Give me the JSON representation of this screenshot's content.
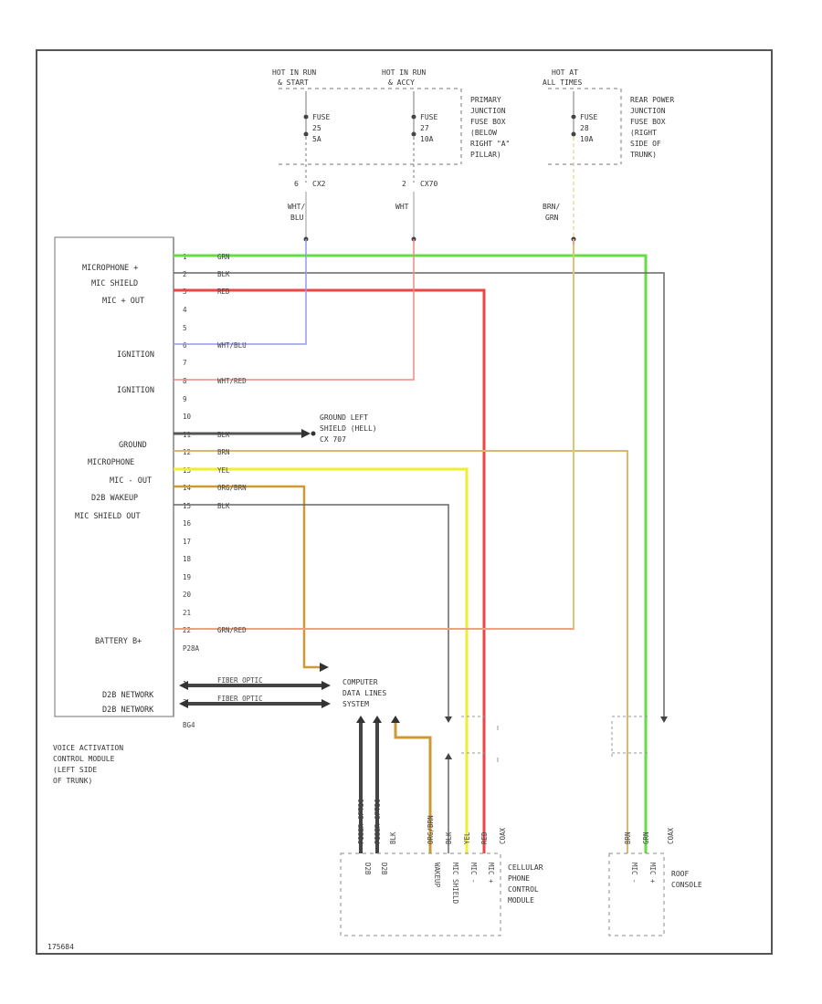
{
  "colors": {
    "grn": "#66dd44",
    "blk": "#666666",
    "red": "#ee4444",
    "wht_blu": "#7777dd",
    "wht_red": "#ee8888",
    "brn": "#d9b777",
    "yel": "#dddd22",
    "org_brn": "#cc9933",
    "grn_red": "#f0a080",
    "brn_grn": "#d9c777"
  },
  "power": [
    {
      "hot": "HOT IN RUN",
      "hot2": "& START",
      "fuse": "FUSE",
      "num": "25",
      "amp": "5A",
      "pin": "6",
      "conn": "CX2",
      "wire1": "WHT/",
      "wire2": "BLU"
    },
    {
      "hot": "HOT IN RUN",
      "hot2": "& ACCY",
      "fuse": "FUSE",
      "num": "27",
      "amp": "10A",
      "pin": "2",
      "conn": "CX70",
      "wire1": "WHT",
      "wire2": ""
    },
    {
      "hot": "HOT AT",
      "hot2": "ALL TIMES",
      "fuse": "FUSE",
      "num": "28",
      "amp": "10A",
      "pin": "",
      "conn": "",
      "wire1": "BRN/",
      "wire2": "GRN"
    }
  ],
  "primary_box": [
    "PRIMARY",
    "JUNCTION",
    "FUSE BOX",
    "(BELOW",
    "RIGHT \"A\"",
    "PILLAR)"
  ],
  "rear_box": [
    "REAR POWER",
    "JUNCTION",
    "FUSE BOX",
    "(RIGHT",
    "SIDE OF",
    "TRUNK)"
  ],
  "module_labels": {
    "microphone": "MICROPHONE +",
    "mic_shield": "MIC SHIELD",
    "mic_out": "MIC + OUT",
    "ignition1": "IGNITION",
    "ignition2": "IGNITION",
    "ground": "GROUND",
    "microphone2": "MICROPHONE",
    "mic_out2": "MIC - OUT",
    "d2b_wakeup": "D2B WAKEUP",
    "mic_shield_out": "MIC SHIELD OUT",
    "battery": "BATTERY B+",
    "d2b_net1": "D2B NETWORK",
    "d2b_net2": "D2B NETWORK"
  },
  "pins": [
    "1",
    "2",
    "3",
    "4",
    "5",
    "6",
    "7",
    "8",
    "9",
    "10",
    "11",
    "12",
    "13",
    "14",
    "15",
    "16",
    "17",
    "18",
    "19",
    "20",
    "21",
    "22"
  ],
  "conn_ids": {
    "c1": "P28A",
    "c2": "BG4"
  },
  "wire_labels": {
    "grn": "GRN",
    "blk": "BLK",
    "red": "RED",
    "wht_blu": "WHT/BLU",
    "wht_red": "WHT/RED",
    "gnd_blk": "BLK",
    "brn": "BRN",
    "yel": "YEL",
    "org_brn": "ORG/BRN",
    "blk2": "BLK",
    "grn_red": "GRN/RED",
    "fiber1": "FIBER OPTIC",
    "fiber2": "FIBER OPTIC"
  },
  "ground_label": [
    "GROUND LEFT",
    "SHIELD (HELL)",
    "CX 707"
  ],
  "module_title": [
    "VOICE ACTIVATION",
    "CONTROL MODULE",
    "(LEFT SIDE",
    "OF TRUNK)"
  ],
  "computer_label": [
    "COMPUTER",
    "DATA LINES",
    "SYSTEM"
  ],
  "bottom_wires": {
    "fiber_a": "FIBER OPTIC",
    "fiber_b": "FIBER OPTIC",
    "blk": "BLK",
    "org_brn": "ORG/BRN",
    "blk_b": "BLK",
    "yel": "YEL",
    "red": "RED",
    "coax": "COAX",
    "brn": "BRN",
    "grn": "GRN",
    "coax2": "COAX"
  },
  "cellular_pins": [
    "D2B",
    "D2B",
    "WAKEUP",
    "MIC SHIELD",
    "MIC -",
    "MIC +"
  ],
  "cellular_label": [
    "CELLULAR",
    "PHONE",
    "CONTROL",
    "MODULE"
  ],
  "roof_pins": [
    "MIC -",
    "MIC +"
  ],
  "roof_label": [
    "ROOF",
    "CONSOLE"
  ],
  "diagram_id": "175684"
}
